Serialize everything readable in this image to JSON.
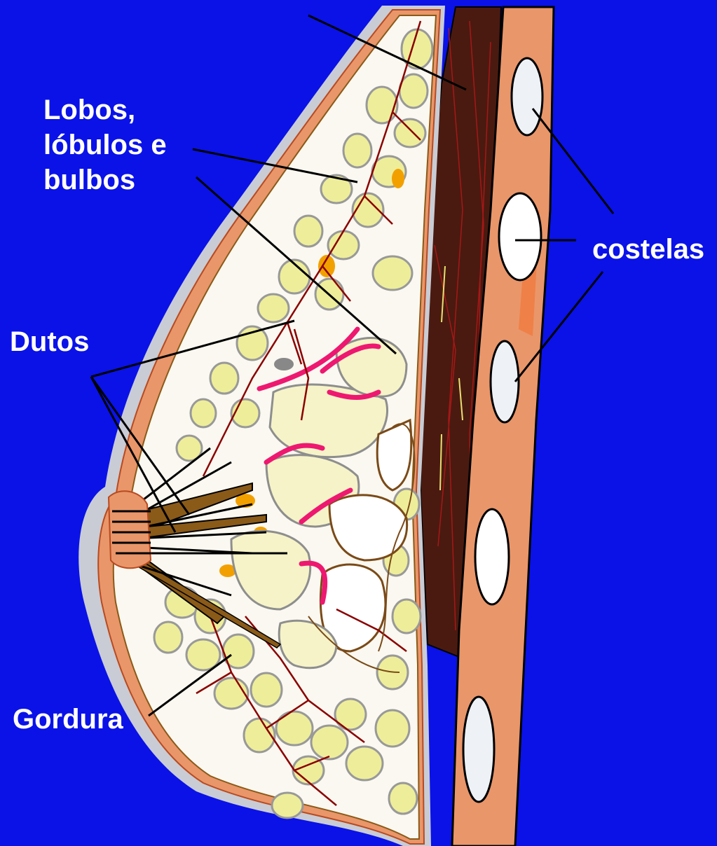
{
  "labels": {
    "lobules": [
      "Lobos,",
      "lóbulos e",
      "bulbos"
    ],
    "ribs": "costelas",
    "ducts": "Dutos",
    "fat": "Gordura"
  },
  "colors": {
    "background": "#0A12E8",
    "label_text": "#FFFFFF",
    "skin": "#E9966A",
    "ribs": "#EEF2F6",
    "muscle": "#4A1A10",
    "fat_lobules": "#EEEE9A",
    "lobe_tissue": "#F6F3C8",
    "vessels": "#8B0000",
    "duct_branches": "#EE1870",
    "duct_trunk": "#8A5A18",
    "leader_lines": "#000000"
  }
}
